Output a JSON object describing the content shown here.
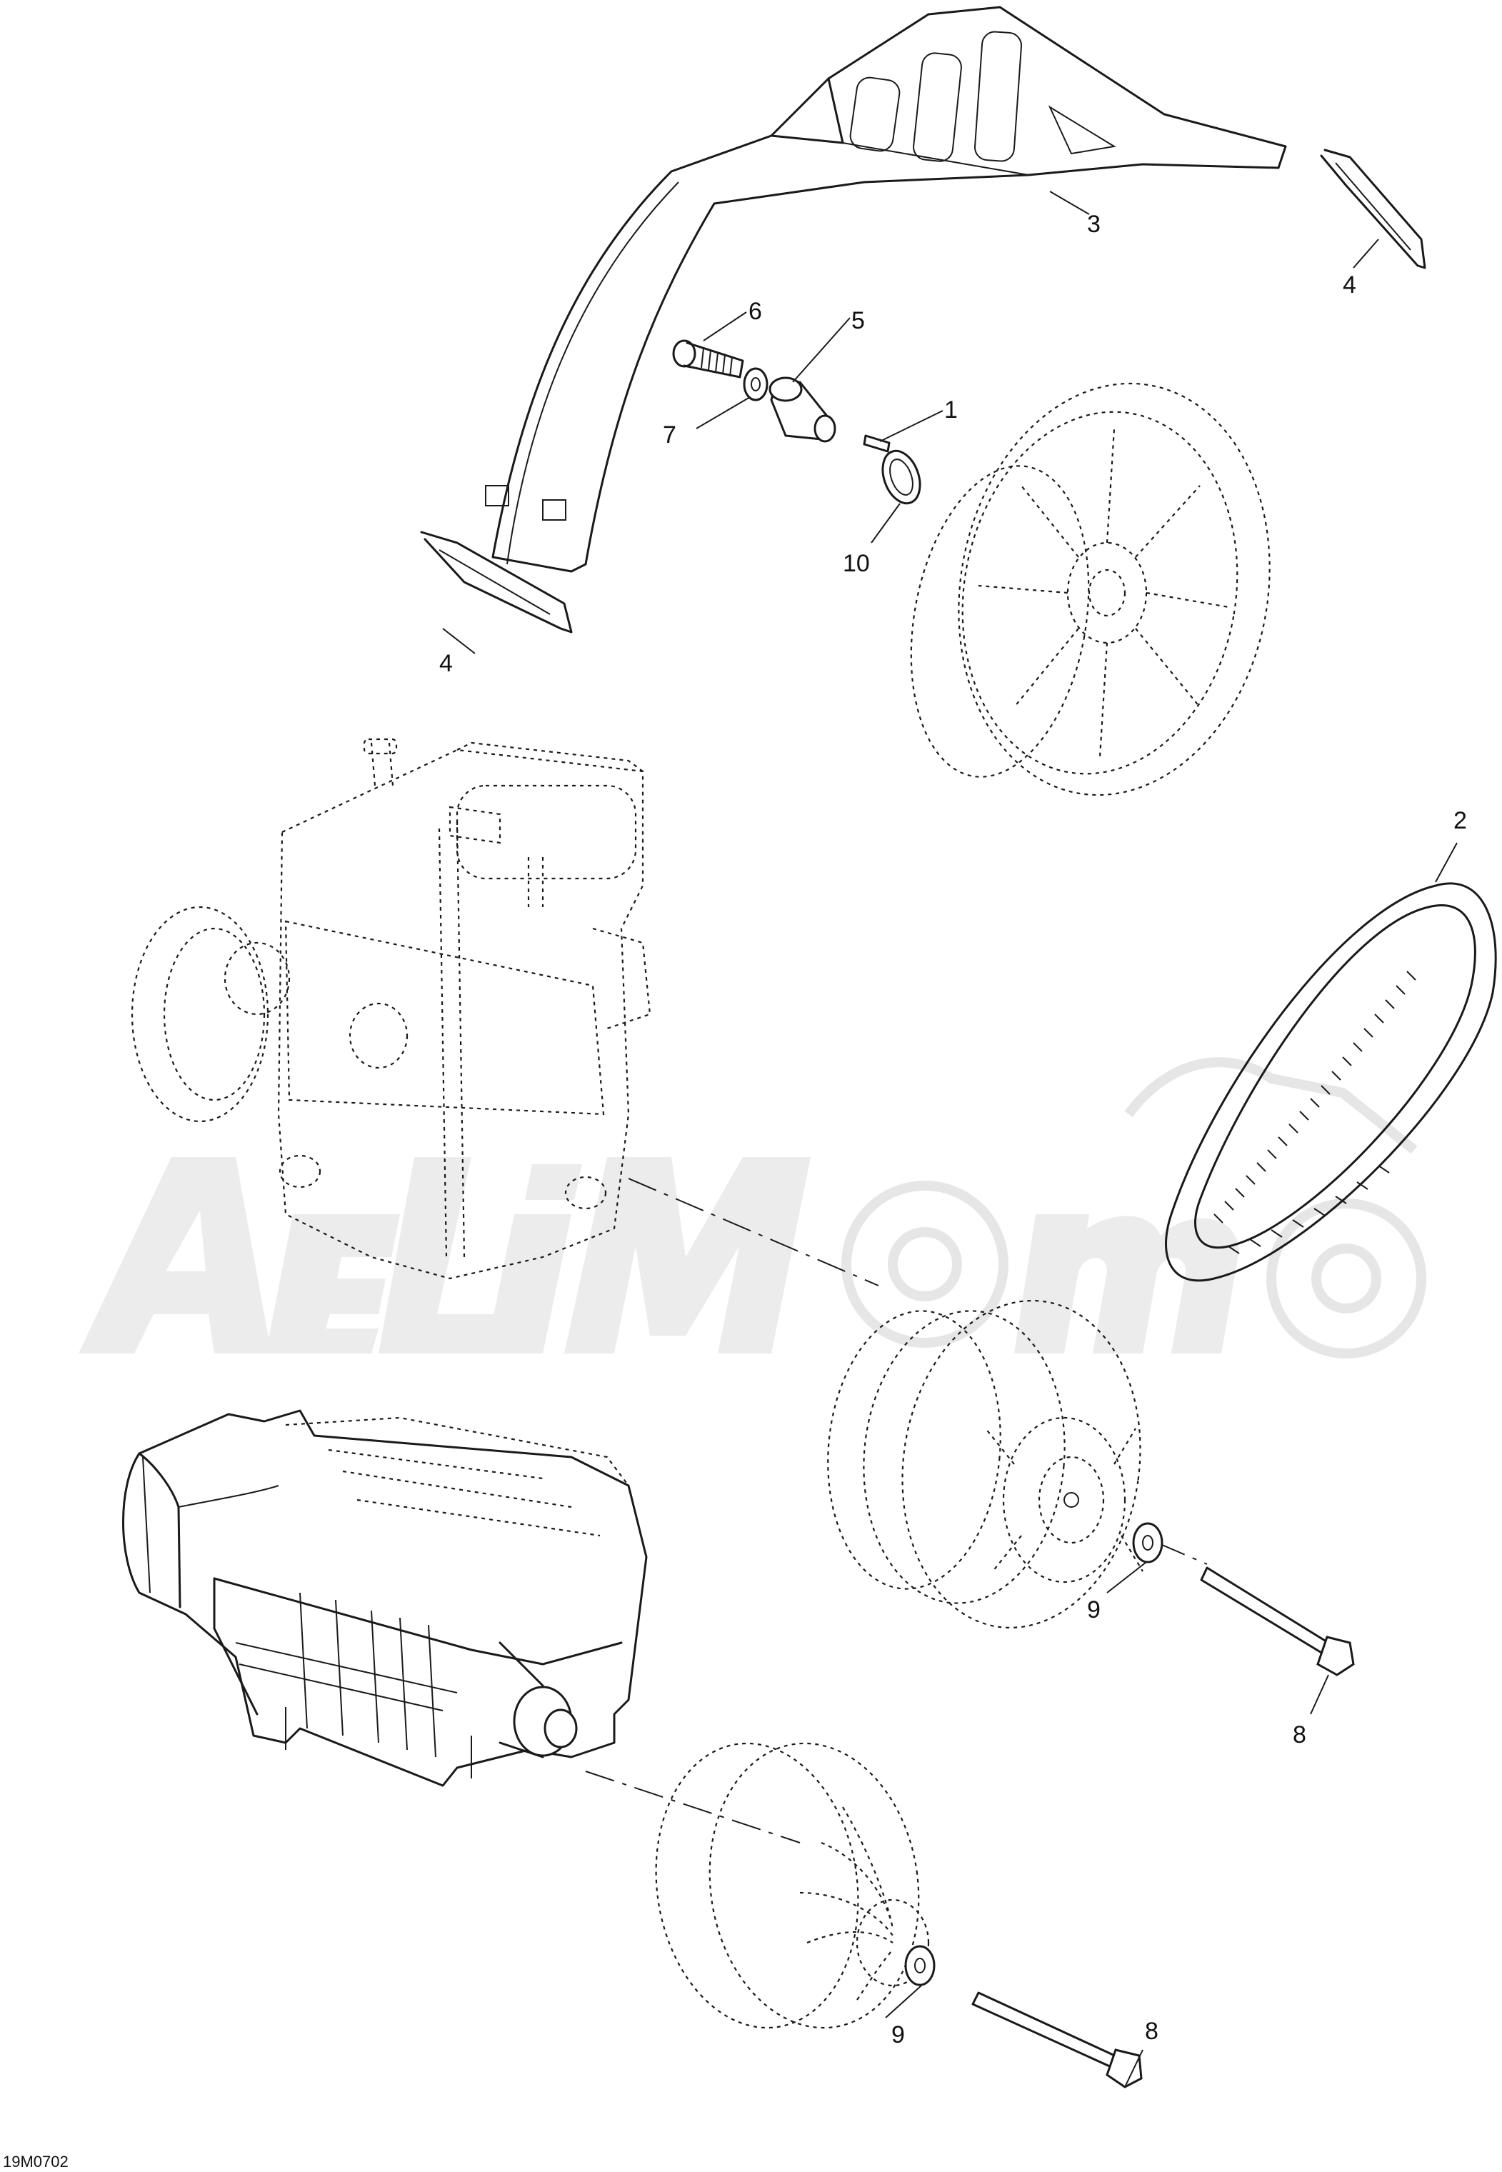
{
  "callouts": {
    "c1": "1",
    "c2": "2",
    "c3": "3",
    "c4a": "4",
    "c4b": "4",
    "c5": "5",
    "c6": "6",
    "c7": "7",
    "c8a": "8",
    "c8b": "8",
    "c9a": "9",
    "c9b": "9",
    "c10": "10"
  },
  "reference_code": "19M0702",
  "watermark": {
    "text": "AeliMoto",
    "color": "#ececec"
  },
  "line_color": "#1a1a1a"
}
